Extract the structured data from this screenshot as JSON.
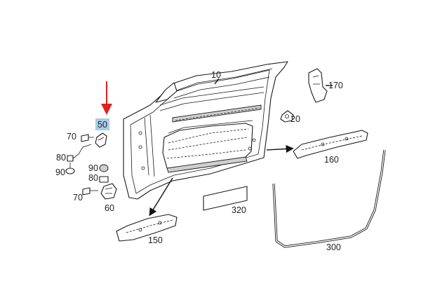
{
  "highlight_color": "#a9cbe8",
  "arrow_color": "#e02020",
  "labels": {
    "door": "10",
    "nut": "20",
    "part50": "50",
    "grommet": "60",
    "screw70_top": "70",
    "screw70_bottom": "70",
    "clip80_top": "80",
    "clip80_bottom": "80",
    "clip90_top": "90",
    "clip90_bottom": "90",
    "trim150": "150",
    "trim160": "160",
    "bracket170": "170",
    "seal300": "300",
    "label320": "320"
  }
}
